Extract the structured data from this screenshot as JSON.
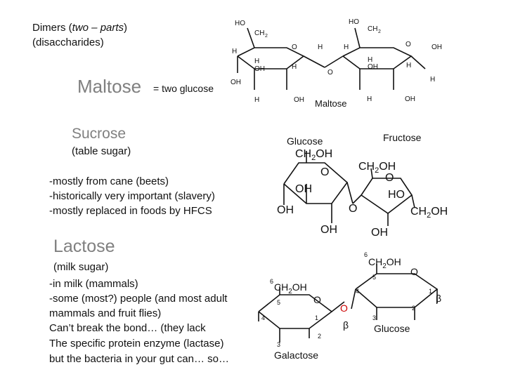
{
  "dimers": {
    "line1_prefix": "Dimers (",
    "line1_italic": "two – parts",
    "line1_suffix": ")",
    "line2": "(disaccharides)"
  },
  "maltose": {
    "heading": "Maltose",
    "subtext": "= two glucose",
    "diagram_label": "Maltose"
  },
  "sucrose": {
    "heading": "Sucrose",
    "subtitle": "(table sugar)",
    "bullets": [
      "-mostly from cane (beets)",
      "-historically very important (slavery)",
      "-mostly replaced in foods by HFCS"
    ],
    "label_glucose": "Glucose",
    "label_fructose": "Fructose"
  },
  "lactose": {
    "heading": "Lactose",
    "subtitle": "(milk sugar)",
    "lines": [
      "-in milk (mammals)",
      "-some (most?) people (and most adult",
      "mammals and fruit flies)",
      "Can’t break the bond… (they lack",
      "The specific protein enzyme (lactase)",
      "but the bacteria in your gut can… so…"
    ],
    "label_galactose": "Galactose",
    "label_glucose": "Glucose"
  },
  "colors": {
    "heading": "#808080",
    "link_oxygen": "#cc0000",
    "text": "#111111"
  }
}
